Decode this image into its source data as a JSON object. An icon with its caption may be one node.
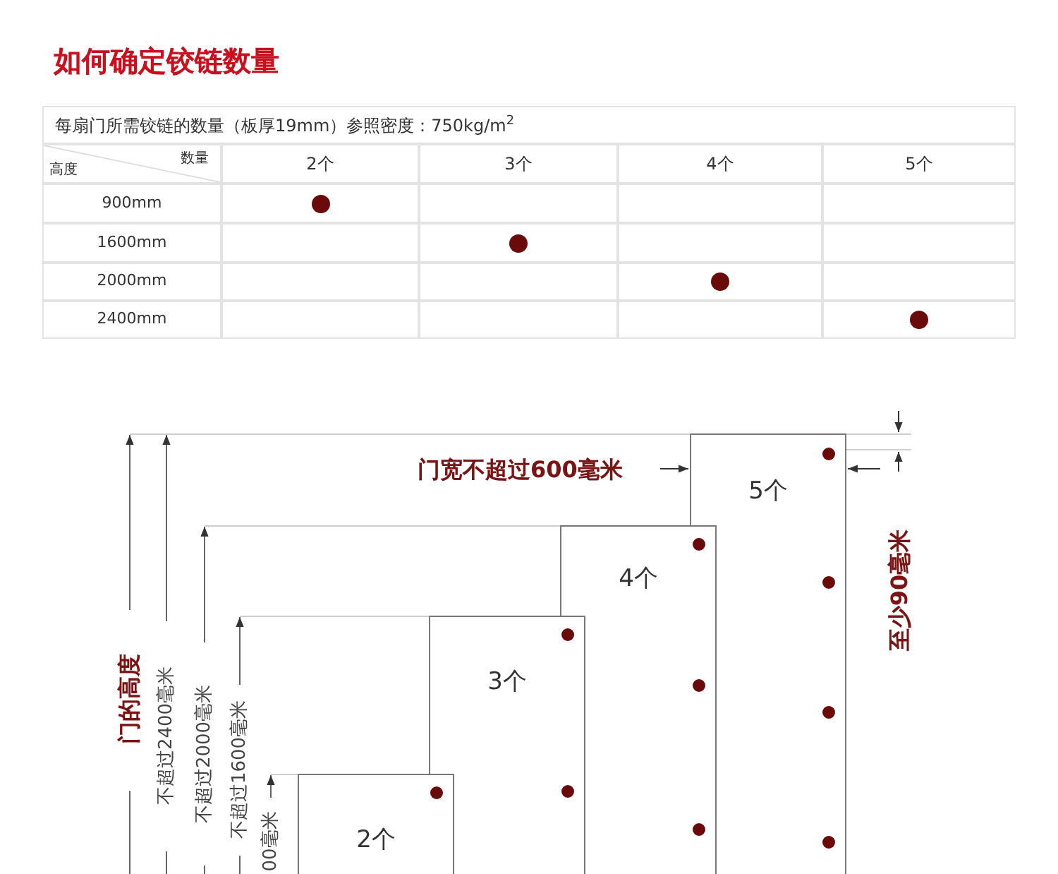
{
  "diagram": {
    "title": "如何确定铰链数量",
    "nodes": [
      {
        "text": [
          "2个"
        ]
      },
      {
        "text": [
          "3个"
        ]
      },
      {
        "text": [
          "4个"
        ]
      },
      {
        "text": [
          "5个"
        ]
      }
    ],
    "labels": [
      "每扇门所需铰链的数量（板厚19mm）参照密度：750kg/m$^{2}$",
      "数量",
      "高度",
      "2个",
      "3个",
      "4个",
      "5个",
      "900mm",
      "1600mm",
      "2000mm",
      "2400mm",
      "门宽不超过600毫米",
      "至少90毫米",
      "门的高度",
      "不超过2400毫米",
      "不超过2000毫米",
      "不超过1600毫米",
      "00毫米"
    ]
  }
}
